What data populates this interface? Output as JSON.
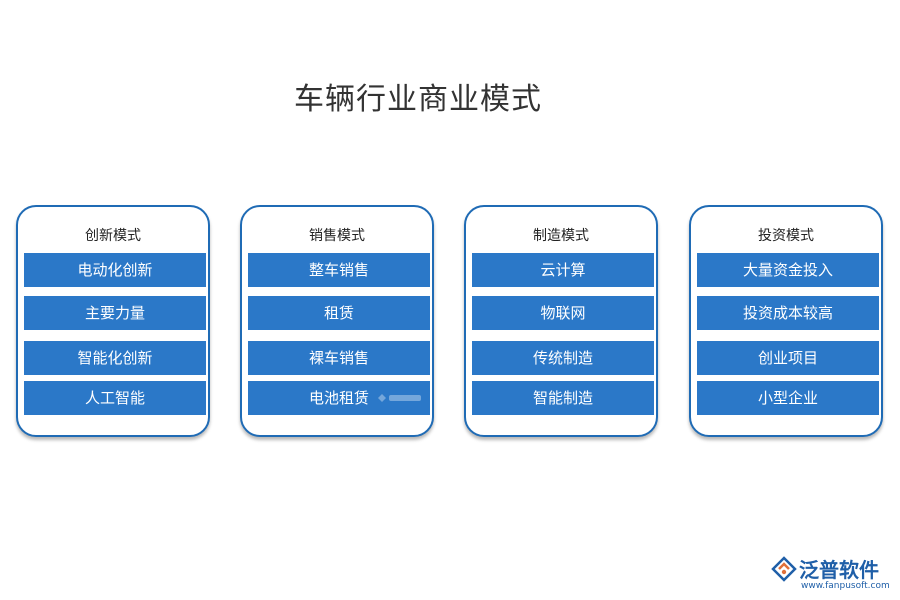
{
  "title": "车辆行业商业模式",
  "columns": [
    {
      "header": "创新模式",
      "items": [
        "电动化创新",
        "主要力量",
        "智能化创新",
        "人工智能"
      ]
    },
    {
      "header": "销售模式",
      "items": [
        "整车销售",
        "租赁",
        "裸车销售",
        "电池租赁"
      ]
    },
    {
      "header": "制造模式",
      "items": [
        "云计算",
        "物联网",
        "传统制造",
        "智能制造"
      ]
    },
    {
      "header": "投资模式",
      "items": [
        "大量资金投入",
        "投资成本较高",
        "创业项目",
        "小型企业"
      ]
    }
  ],
  "logo": {
    "name": "泛普软件",
    "url": "www.fanpusoft.com"
  },
  "colors": {
    "accent": "#2b78c8",
    "border": "#1f6bb5"
  }
}
